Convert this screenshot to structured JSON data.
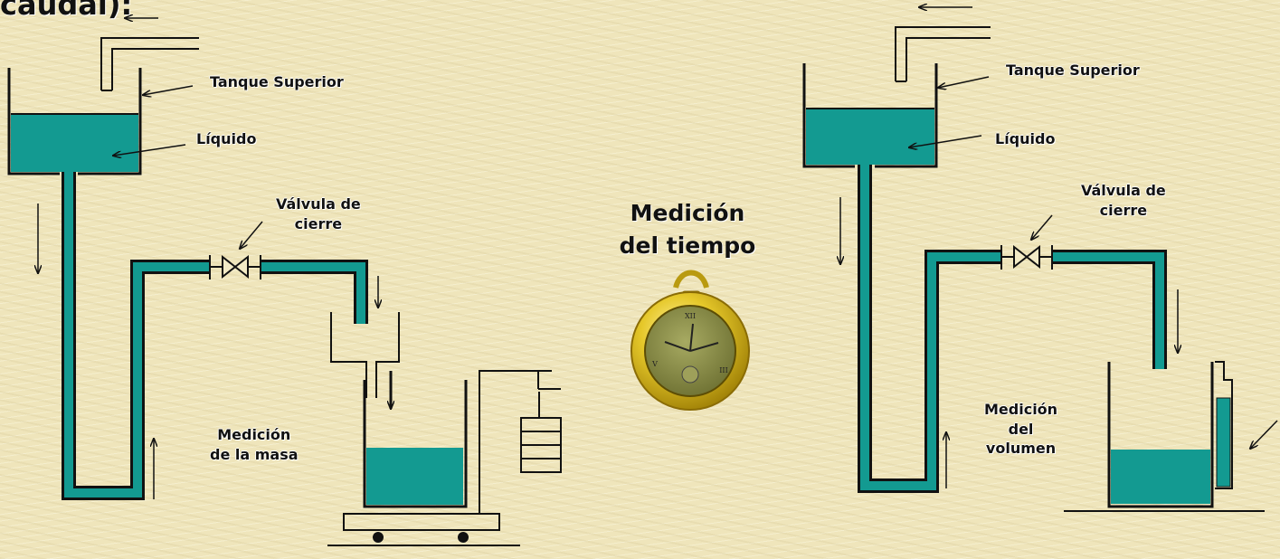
{
  "heading_fragment": "caudal):",
  "left_apparatus": {
    "tank_label": "Tanque Superior",
    "liquid_label": "Líquido",
    "valve_label_line1": "Válvula de",
    "valve_label_line2": "cierre",
    "measurement_line1": "Medición",
    "measurement_line2": "de la masa"
  },
  "center": {
    "title_line1": "Medición",
    "title_line2": "del tiempo",
    "stopwatch_icon": "pocket-watch-icon"
  },
  "right_apparatus": {
    "tank_label": "Tanque Superior",
    "liquid_label": "Líquido",
    "valve_label_line1": "Válvula de",
    "valve_label_line2": "cierre",
    "measurement_line1": "Medición",
    "measurement_line2": "del",
    "measurement_line3": "volumen"
  },
  "colors": {
    "liquid": "#139a91",
    "background": "#efe5bb",
    "watch_gold": "#d8b91c",
    "watch_face": "#8a8f45"
  }
}
